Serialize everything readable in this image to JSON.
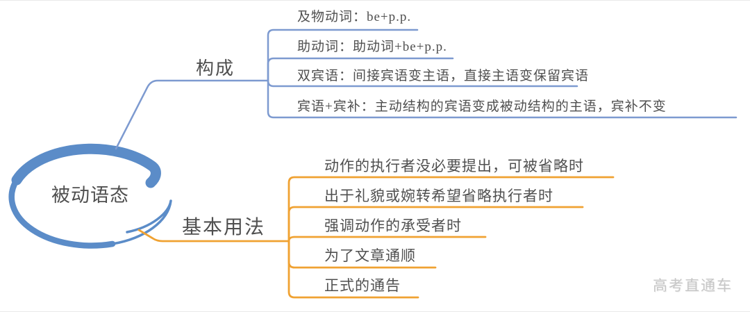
{
  "central_topic": {
    "label": "被动语态"
  },
  "branches": [
    {
      "label": "构成",
      "color": "#7d9ad0",
      "children": [
        "及物动词：be+p.p.",
        "助动词：助动词+be+p.p.",
        "双宾语：间接宾语变主语，直接主语变保留宾语",
        "宾语+宾补：主动结构的宾语变成被动结构的主语，宾补不变"
      ]
    },
    {
      "label": "基本用法",
      "color": "#f0a232",
      "children": [
        "动作的执行者没必要提出，可被省略时",
        "出于礼貌或婉转希望省略执行者时",
        "强调动作的承受者时",
        "为了文章通顺",
        "正式的通告"
      ]
    }
  ],
  "watermark": {
    "label": "高考直通车"
  },
  "colors": {
    "topic_stroke": "#5b8cc8",
    "branch1_line": "#7d9ad0",
    "branch2_line": "#f0a232",
    "text": "#4f4f4f",
    "watermark": "#c6c6c6"
  }
}
